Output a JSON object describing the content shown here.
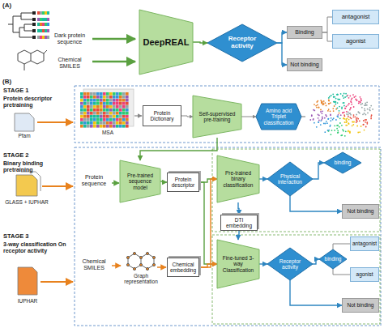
{
  "diagram": {
    "nodes": [
      {
        "text": [
          "DeepREAL"
        ]
      },
      {
        "text": [
          "Receptor activity"
        ]
      },
      {
        "text": [
          "Binding"
        ]
      },
      {
        "text": [
          "Not binding"
        ]
      },
      {
        "text": [
          "antagonist"
        ]
      },
      {
        "text": [
          "agonist"
        ]
      },
      {
        "text": [
          "Protein Dictionary"
        ]
      },
      {
        "text": [
          "Self-supervised pre-training"
        ]
      },
      {
        "text": [
          "Amino acid Triplet classification"
        ]
      },
      {
        "text": [
          "Pre-trained sequence model"
        ]
      },
      {
        "text": [
          "Protein descriptor"
        ]
      },
      {
        "text": [
          "Chemical embedding"
        ]
      },
      {
        "text": [
          "Pre-trained binary classification"
        ]
      },
      {
        "text": [
          "DTI embedding"
        ]
      },
      {
        "text": [
          "Fine-tuned 3-way Classification"
        ]
      },
      {
        "text": [
          "Physical interaction"
        ]
      },
      {
        "text": [
          "binding"
        ]
      },
      {
        "text": [
          "Not binding"
        ]
      },
      {
        "text": [
          "Receptor activity"
        ]
      },
      {
        "text": [
          "binding"
        ]
      },
      {
        "text": [
          "antagonist"
        ]
      },
      {
        "text": [
          "agonist"
        ]
      },
      {
        "text": [
          "Not binding"
        ]
      }
    ],
    "edges": [
      {
        "from": 0,
        "to": 1,
        "arrow": "to"
      },
      {
        "from": 1,
        "to": 2,
        "arrow": "to"
      },
      {
        "from": 1,
        "to": 3,
        "arrow": "to"
      },
      {
        "from": 2,
        "to": 4,
        "arrow": "none"
      },
      {
        "from": 2,
        "to": 5,
        "arrow": "none"
      },
      {
        "from": 6,
        "to": 7,
        "arrow": "to"
      },
      {
        "from": 7,
        "to": 8,
        "arrow": "to"
      },
      {
        "from": 7,
        "to": 9,
        "arrow": "to"
      },
      {
        "from": 9,
        "to": 10,
        "arrow": "to"
      },
      {
        "from": 10,
        "to": 12,
        "arrow": "to"
      },
      {
        "from": 10,
        "to": 14,
        "arrow": "to"
      },
      {
        "from": 11,
        "to": 12,
        "arrow": "to"
      },
      {
        "from": 11,
        "to": 14,
        "arrow": "to"
      },
      {
        "from": 12,
        "to": 13,
        "arrow": "to"
      },
      {
        "from": 13,
        "to": 14,
        "arrow": "to"
      },
      {
        "from": 12,
        "to": 15,
        "arrow": "to"
      },
      {
        "from": 15,
        "to": 16,
        "arrow": "to"
      },
      {
        "from": 15,
        "to": 17,
        "arrow": "to"
      },
      {
        "from": 14,
        "to": 18,
        "arrow": "to"
      },
      {
        "from": 18,
        "to": 19,
        "arrow": "to"
      },
      {
        "from": 18,
        "to": 22,
        "arrow": "to"
      },
      {
        "from": 19,
        "to": 20,
        "arrow": "none"
      },
      {
        "from": 19,
        "to": 21,
        "arrow": "none"
      }
    ],
    "labels": [
      "(A)",
      "Dark protein sequence",
      "Chemical SMILES",
      "(B)",
      "STAGE 1",
      "Protein descriptor pretraining",
      "Pfam",
      "MSA",
      "STAGE 2",
      "Binary binding pretraining",
      "GLASS + IUPHAR",
      "STAGE 3",
      "3-way classification On receptor activity",
      "IUPHAR",
      "Protein sequence",
      "Chemical SMILES",
      "Graph representation"
    ]
  }
}
